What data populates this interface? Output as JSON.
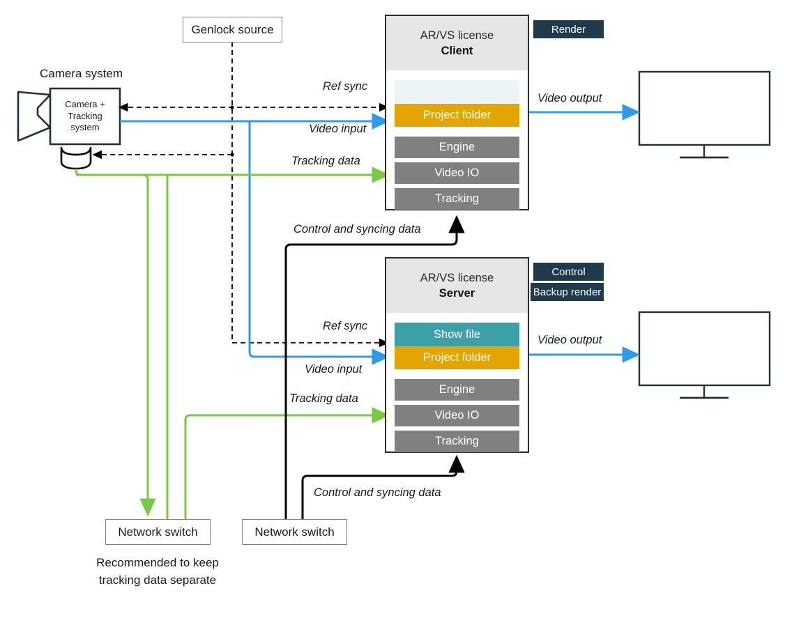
{
  "diagram": {
    "title_note": "Recommended to keep\ntracking data separate",
    "colors": {
      "video_blue": "#2e9bea",
      "tracking_green": "#7ac943",
      "control_black": "#000000",
      "genlock_dashed": "#000000",
      "badge_navy": "#1f394d",
      "slot_amber": "#e5a500",
      "slot_teal": "#3da0a8",
      "slot_grey": "#808080",
      "slot_empty": "#edf4f6",
      "header_grey": "#e6e6e6",
      "outline_dark": "#22303c"
    }
  },
  "camera": {
    "title": "Camera system",
    "body_lines": [
      "Camera +",
      "Tracking",
      "system"
    ]
  },
  "genlock": {
    "label": "Genlock source"
  },
  "client": {
    "header_line1": "AR/VS license",
    "header_line2": "Client",
    "slots": [
      {
        "label": "",
        "style": "empty"
      },
      {
        "label": "Project folder",
        "style": "amber"
      },
      {
        "label": "Engine",
        "style": "grey"
      },
      {
        "label": "Video IO",
        "style": "grey"
      },
      {
        "label": "Tracking",
        "style": "grey"
      }
    ],
    "badges": [
      "Render"
    ]
  },
  "server": {
    "header_line1": "AR/VS license",
    "header_line2": "Server",
    "slots": [
      {
        "label": "Show file",
        "style": "teal"
      },
      {
        "label": "Project folder",
        "style": "amber"
      },
      {
        "label": "Engine",
        "style": "grey"
      },
      {
        "label": "Video IO",
        "style": "grey"
      },
      {
        "label": "Tracking",
        "style": "grey"
      }
    ],
    "badges": [
      "Control",
      "Backup render"
    ]
  },
  "switches": {
    "tracking_switch_label": "Network switch",
    "control_switch_label": "Network switch"
  },
  "edge_labels": {
    "ref_sync_client": "Ref sync",
    "video_input_client": "Video input",
    "tracking_data_client": "Tracking data",
    "control_sync_client": "Control and syncing data",
    "ref_sync_server": "Ref sync",
    "video_input_server": "Video input",
    "tracking_data_server": "Tracking data",
    "control_sync_server": "Control and syncing data",
    "video_output_client": "Video output",
    "video_output_server": "Video output"
  },
  "notes": {
    "line1": "Recommended to keep",
    "line2": "tracking data separate"
  }
}
